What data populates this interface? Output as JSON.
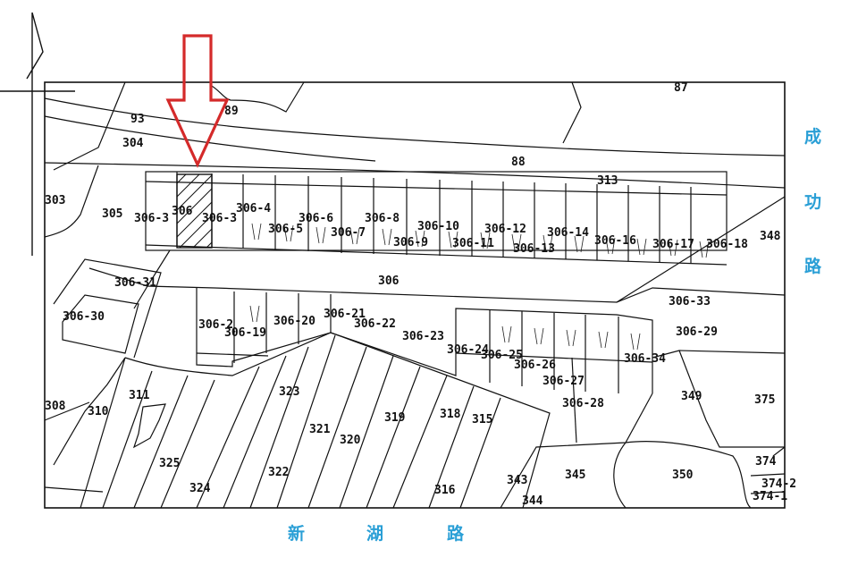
{
  "roads": {
    "east": [
      "成",
      "功",
      "路"
    ],
    "south": [
      "新",
      "湖",
      "路"
    ]
  },
  "colors": {
    "arrow": "#d42a2a",
    "road_label": "#2a9fd6",
    "line": "#111111"
  },
  "lots": {
    "l87": "87",
    "l93": "93",
    "l89": "89",
    "l304": "304",
    "l88": "88",
    "l313": "313",
    "l303": "303",
    "l305": "305",
    "l306_3": "306-3",
    "l306_1": "306",
    "l306_4": "306-4",
    "l306_6": "306-6",
    "l306_8": "306-8",
    "l306_10": "306-10",
    "l306_12": "306-12",
    "l306_14": "306-14",
    "l306_5": "306-5",
    "l306_7": "306-7",
    "l306_9": "306-9",
    "l306_11": "306-11",
    "l306_13": "306-13",
    "l306_16": "306-16",
    "l306_17": "306-17",
    "l306_18": "306-18",
    "l348": "348",
    "l306_31": "306-31",
    "l306": "306",
    "l306_33": "306-33",
    "l306_30": "306-30",
    "l306_2": "306-2",
    "l306_19": "306-19",
    "l306_20": "306-20",
    "l306_21": "306-21",
    "l306_22": "306-22",
    "l306_23": "306-23",
    "l306_24": "306-24",
    "l306_25": "306-25",
    "l306_26": "306-26",
    "l306_27": "306-27",
    "l306_28": "306-28",
    "l306_29": "306-29",
    "l306_34": "306-34",
    "l308": "308",
    "l310": "310",
    "l311": "311",
    "l323": "323",
    "l321": "321",
    "l320": "320",
    "l319": "319",
    "l318": "318",
    "l315": "315",
    "l349": "349",
    "l375": "375",
    "l325": "325",
    "l322": "322",
    "l324": "324",
    "l316": "316",
    "l343": "343",
    "l344": "344",
    "l345": "345",
    "l350": "350",
    "l374": "374",
    "l374_2": "374-2",
    "l374_1": "374-1"
  }
}
